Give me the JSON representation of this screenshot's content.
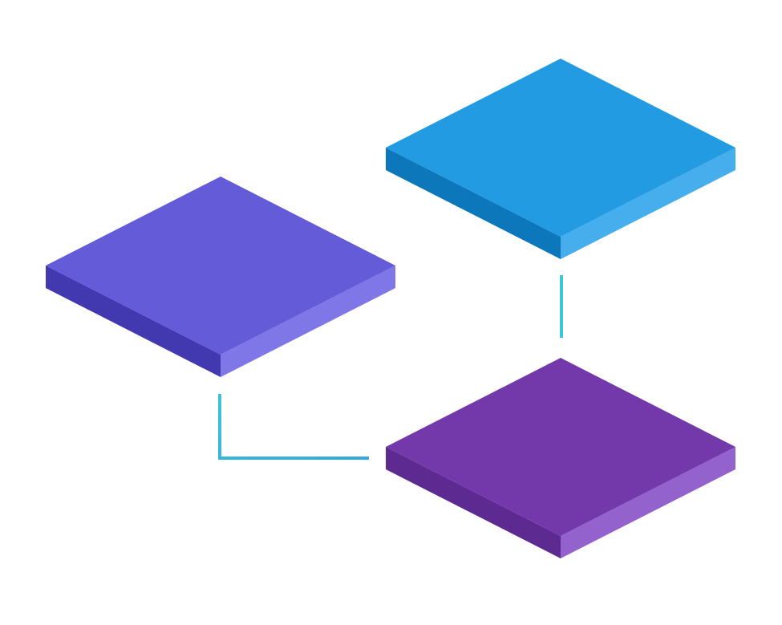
{
  "diagram": {
    "tiles": [
      {
        "id": "tile-blue",
        "colors": {
          "top": "#229be2",
          "left": "#0c78bb",
          "right": "#46aeec"
        }
      },
      {
        "id": "tile-indigo",
        "colors": {
          "top": "#635bd8",
          "left": "#4238b0",
          "right": "#7f77e8"
        }
      },
      {
        "id": "tile-purple",
        "colors": {
          "top": "#7339aa",
          "left": "#5c2a91",
          "right": "#9462cc"
        }
      }
    ],
    "connectors": [
      {
        "from": "tile-blue",
        "to": "tile-purple",
        "color": "#3cc4d8"
      },
      {
        "from": "tile-indigo",
        "to": "tile-purple",
        "color": "#35a8e0"
      }
    ]
  }
}
